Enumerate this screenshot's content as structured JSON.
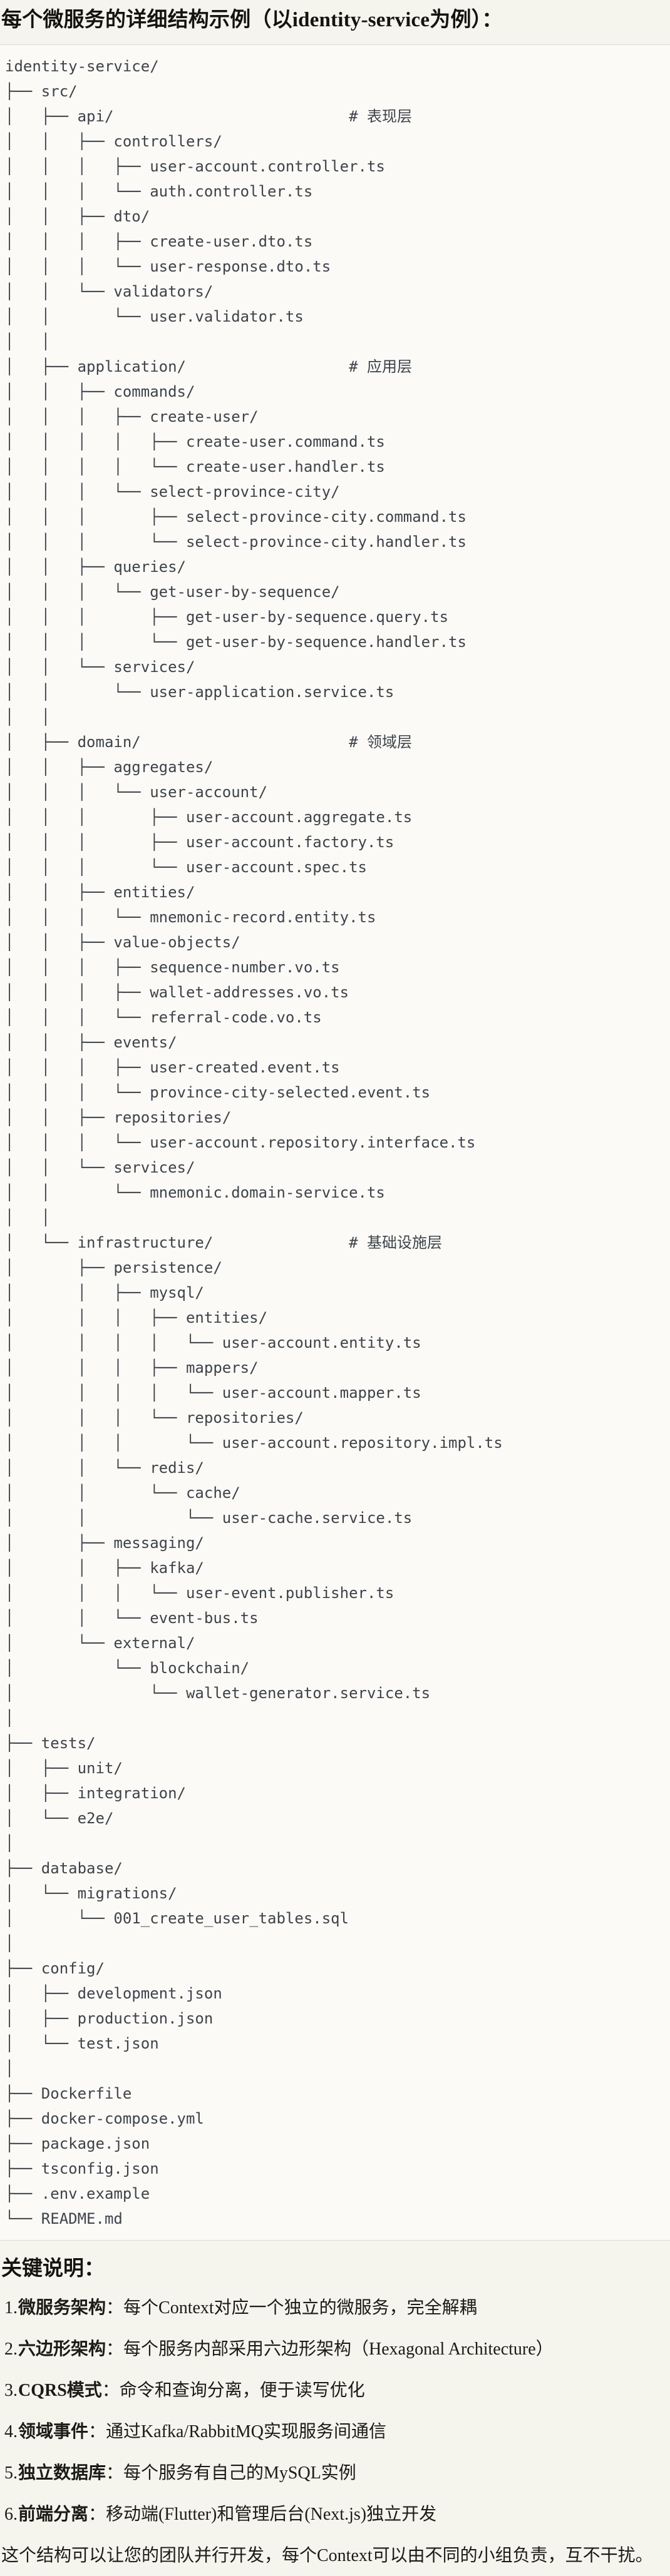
{
  "page": {
    "title": "每个微服务的详细结构示例（以identity-service为例）：",
    "section_heading": "关键说明：",
    "closing": "这个结构可以让您的团队并行开发，每个Context可以由不同的小组负责，互不干扰。"
  },
  "colors": {
    "page_bg": "#F5F4ED",
    "code_bg": "#FBFAF7",
    "rule": "#DEDCD2",
    "code_text": "#3E434A",
    "ink": "#1B1B17"
  },
  "tree": {
    "root": "identity-service/",
    "layer_comments": [
      "# 表现层",
      "# 应用层",
      "# 领域层",
      "# 基础设施层"
    ],
    "lines": [
      "identity-service/",
      "├── src/",
      "│   ├── api/                          # 表现层",
      "│   │   ├── controllers/",
      "│   │   │   ├── user-account.controller.ts",
      "│   │   │   └── auth.controller.ts",
      "│   │   ├── dto/",
      "│   │   │   ├── create-user.dto.ts",
      "│   │   │   └── user-response.dto.ts",
      "│   │   └── validators/",
      "│   │       └── user.validator.ts",
      "│   │",
      "│   ├── application/                  # 应用层",
      "│   │   ├── commands/",
      "│   │   │   ├── create-user/",
      "│   │   │   │   ├── create-user.command.ts",
      "│   │   │   │   └── create-user.handler.ts",
      "│   │   │   └── select-province-city/",
      "│   │   │       ├── select-province-city.command.ts",
      "│   │   │       └── select-province-city.handler.ts",
      "│   │   ├── queries/",
      "│   │   │   └── get-user-by-sequence/",
      "│   │   │       ├── get-user-by-sequence.query.ts",
      "│   │   │       └── get-user-by-sequence.handler.ts",
      "│   │   └── services/",
      "│   │       └── user-application.service.ts",
      "│   │",
      "│   ├── domain/                       # 领域层",
      "│   │   ├── aggregates/",
      "│   │   │   └── user-account/",
      "│   │   │       ├── user-account.aggregate.ts",
      "│   │   │       ├── user-account.factory.ts",
      "│   │   │       └── user-account.spec.ts",
      "│   │   ├── entities/",
      "│   │   │   └── mnemonic-record.entity.ts",
      "│   │   ├── value-objects/",
      "│   │   │   ├── sequence-number.vo.ts",
      "│   │   │   ├── wallet-addresses.vo.ts",
      "│   │   │   └── referral-code.vo.ts",
      "│   │   ├── events/",
      "│   │   │   ├── user-created.event.ts",
      "│   │   │   └── province-city-selected.event.ts",
      "│   │   ├── repositories/",
      "│   │   │   └── user-account.repository.interface.ts",
      "│   │   └── services/",
      "│   │       └── mnemonic.domain-service.ts",
      "│   │",
      "│   └── infrastructure/               # 基础设施层",
      "│       ├── persistence/",
      "│       │   ├── mysql/",
      "│       │   │   ├── entities/",
      "│       │   │   │   └── user-account.entity.ts",
      "│       │   │   ├── mappers/",
      "│       │   │   │   └── user-account.mapper.ts",
      "│       │   │   └── repositories/",
      "│       │   │       └── user-account.repository.impl.ts",
      "│       │   └── redis/",
      "│       │       └── cache/",
      "│       │           └── user-cache.service.ts",
      "│       ├── messaging/",
      "│       │   ├── kafka/",
      "│       │   │   └── user-event.publisher.ts",
      "│       │   └── event-bus.ts",
      "│       └── external/",
      "│           └── blockchain/",
      "│               └── wallet-generator.service.ts",
      "│",
      "├── tests/",
      "│   ├── unit/",
      "│   ├── integration/",
      "│   └── e2e/",
      "│",
      "├── database/",
      "│   └── migrations/",
      "│       └── 001_create_user_tables.sql",
      "│",
      "├── config/",
      "│   ├── development.json",
      "│   ├── production.json",
      "│   └── test.json",
      "│",
      "├── Dockerfile",
      "├── docker-compose.yml",
      "├── package.json",
      "├── tsconfig.json",
      "├── .env.example",
      "└── README.md"
    ]
  },
  "notes": [
    {
      "num": "1.",
      "label": "微服务架构",
      "text": "：每个Context对应一个独立的微服务，完全解耦"
    },
    {
      "num": "2.",
      "label": "六边形架构",
      "text": "：每个服务内部采用六边形架构（Hexagonal Architecture）"
    },
    {
      "num": "3.",
      "label": "CQRS模式",
      "text": "：命令和查询分离，便于读写优化"
    },
    {
      "num": "4.",
      "label": "领域事件",
      "text": "：通过Kafka/RabbitMQ实现服务间通信"
    },
    {
      "num": "5.",
      "label": "独立数据库",
      "text": "：每个服务有自己的MySQL实例"
    },
    {
      "num": "6.",
      "label": "前端分离",
      "text": "：移动端(Flutter)和管理后台(Next.js)独立开发"
    }
  ]
}
